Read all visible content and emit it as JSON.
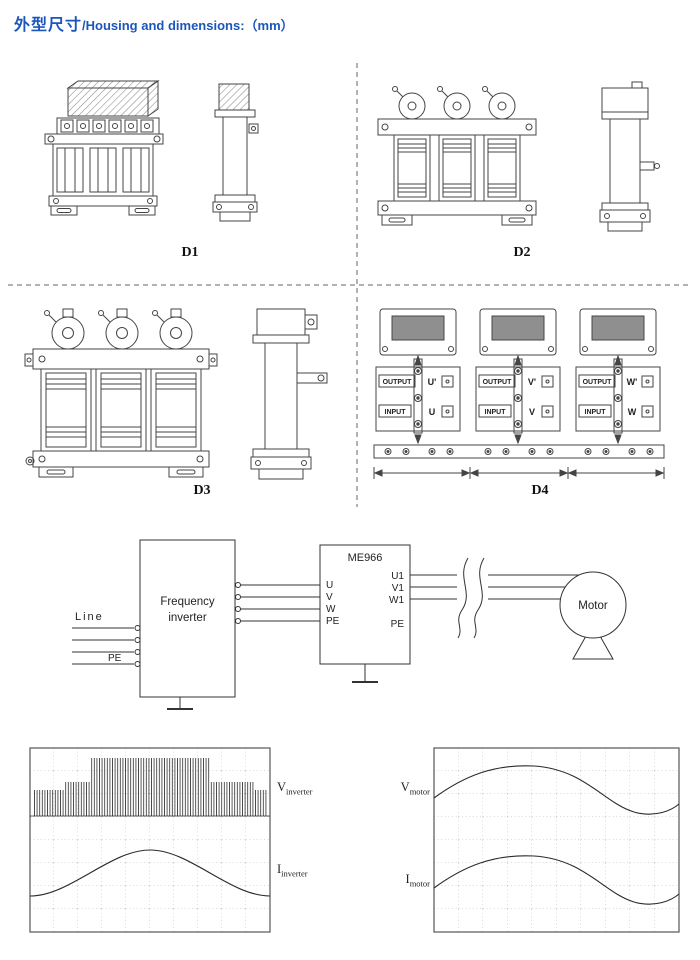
{
  "header": {
    "title_zh": "外型尺寸",
    "title_en": "/Housing and dimensions:（mm）",
    "title_color": "#1b56bd"
  },
  "drawings": {
    "d1_label": "D1",
    "d2_label": "D2",
    "d3_label": "D3",
    "d4_label": "D4",
    "d4": {
      "modules": [
        {
          "output_label": "OUTPUT",
          "out_terminal": "U'",
          "input_label": "INPUT",
          "in_terminal": "U"
        },
        {
          "output_label": "OUTPUT",
          "out_terminal": "V'",
          "input_label": "INPUT",
          "in_terminal": "V"
        },
        {
          "output_label": "OUTPUT",
          "out_terminal": "W'",
          "input_label": "INPUT",
          "in_terminal": "W"
        }
      ]
    }
  },
  "wiring": {
    "line_label": "Line",
    "pe_label": "PE",
    "inverter_label": "Frequency inverter",
    "filter_name": "ME966",
    "filter_inputs": [
      "U",
      "V",
      "W",
      "PE"
    ],
    "filter_outputs": [
      "U1",
      "V1",
      "W1",
      "PE"
    ],
    "motor_label": "Motor"
  },
  "scopes": {
    "left": {
      "voltage_label": "V",
      "voltage_sub": "inverter",
      "current_label": "I",
      "current_sub": "inverter"
    },
    "right": {
      "voltage_label": "V",
      "voltage_sub": "motor",
      "current_label": "I",
      "current_sub": "motor"
    }
  }
}
